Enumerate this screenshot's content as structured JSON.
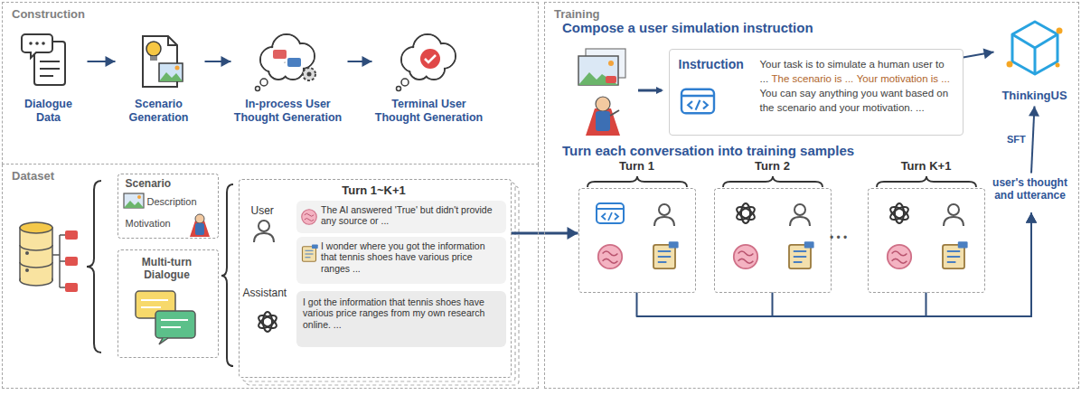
{
  "diagram": {
    "nodes": [
      {
        "text": [
          "Construction"
        ]
      },
      {
        "text": [
          "Dialogue Data"
        ],
        "in": 0
      },
      {
        "text": [
          "Scenario Generation"
        ],
        "in": 0
      },
      {
        "text": [
          "In-process User Thought Generation"
        ],
        "in": 0
      },
      {
        "text": [
          "Terminal User Thought Generation"
        ],
        "in": 0
      },
      {
        "text": [
          "Dataset"
        ]
      },
      {
        "text": [
          "Scenario",
          "Description",
          "Motivation"
        ],
        "in": 5
      },
      {
        "text": [
          "Multi-turn Dialogue"
        ],
        "in": 5
      },
      {
        "text": [
          "Turn 1~K+1",
          "User",
          "Assistant"
        ],
        "in": 5
      },
      {
        "text": [
          "The AI answered 'True' but didn't provide any source or ..."
        ],
        "in": 8
      },
      {
        "text": [
          "I wonder where you got the information that tennis shoes have various price ranges ..."
        ],
        "in": 8
      },
      {
        "text": [
          "I got the information that tennis shoes have various price ranges from my own research online. ..."
        ],
        "in": 8
      },
      {
        "text": [
          "Training"
        ]
      },
      {
        "text": [
          "Instruction",
          "Your task is to simulate a human user to ...",
          "The scenario is ...",
          "Your motivation is ...",
          "You can say anything you want based on the scenario and your motivation. ..."
        ],
        "in": 12
      },
      {
        "text": [
          "Turn 1"
        ],
        "in": 12
      },
      {
        "text": [
          "Turn 2"
        ],
        "in": 12
      },
      {
        "text": [
          "Turn K+1"
        ],
        "in": 12
      },
      {
        "text": [
          "ThinkingUS"
        ],
        "in": 12
      },
      {
        "text": [
          "user's thought and utterance"
        ],
        "in": 12
      }
    ],
    "edges": [
      {
        "from": 1,
        "to": 2,
        "arrow": "to"
      },
      {
        "from": 2,
        "to": 3,
        "arrow": "to"
      },
      {
        "from": 3,
        "to": 4,
        "arrow": "to"
      },
      {
        "from": 8,
        "to": 14,
        "arrow": "to"
      },
      {
        "from": 13,
        "to": 17,
        "arrow": "to"
      },
      {
        "from": 14,
        "to": 18,
        "arrow": "to"
      },
      {
        "from": 15,
        "to": 18,
        "arrow": "to"
      },
      {
        "from": 16,
        "to": 18,
        "arrow": "to"
      },
      {
        "from": 18,
        "to": 17,
        "label": "SFT",
        "arrow": "to"
      }
    ],
    "labels": [
      "Compose a user simulation instruction",
      "Turn each conversation into training samples",
      "• • •"
    ]
  }
}
